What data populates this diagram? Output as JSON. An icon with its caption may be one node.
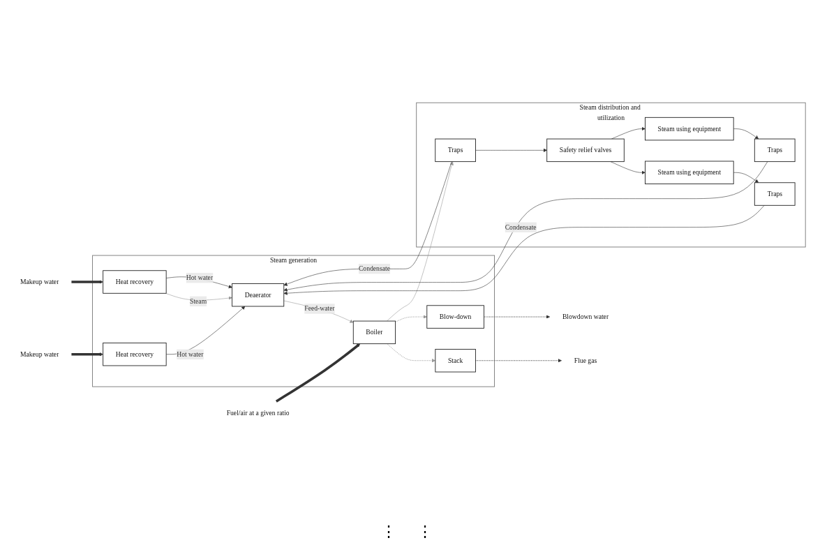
{
  "diagram": {
    "nodes": [
      {
        "text": [
          "Makeup water"
        ]
      },
      {
        "text": [
          "Fuel/air at a given ratio"
        ]
      },
      {
        "text": [
          "Makeup water"
        ]
      },
      {
        "text": [
          "Flue gas"
        ]
      },
      {
        "text": [
          "Blowdown water"
        ]
      },
      {
        "text": [
          "Steam generation"
        ]
      },
      {
        "text": [
          "Heat recovery"
        ],
        "in": 5
      },
      {
        "text": [
          "Stack"
        ],
        "in": 5
      },
      {
        "text": [
          "Deaerator"
        ],
        "in": 5
      },
      {
        "text": [
          "Boiler"
        ],
        "in": 5
      },
      {
        "text": [
          "Heat recovery"
        ],
        "in": 5
      },
      {
        "text": [
          "Blow-down"
        ],
        "in": 5
      },
      {
        "text": [
          "Steam distribution and utilization"
        ]
      },
      {
        "text": [
          "Traps"
        ],
        "in": 12
      },
      {
        "text": [
          "Safety relief valves"
        ],
        "in": 12
      },
      {
        "text": [
          "Steam using equipment"
        ],
        "in": 12
      },
      {
        "text": [
          "Steam using equipment"
        ],
        "in": 12
      },
      {
        "text": [
          "Traps"
        ],
        "in": 12
      },
      {
        "text": [
          "Traps"
        ],
        "in": 12
      }
    ],
    "edges": [
      {
        "from": 0,
        "to": 6,
        "arrow": "to",
        "style": "thick"
      },
      {
        "from": 6,
        "to": 8,
        "arrow": "to",
        "label": "Hot water"
      },
      {
        "from": 8,
        "to": 9,
        "arrow": "to",
        "label": "Feed-water",
        "color": "#999999"
      },
      {
        "from": 1,
        "to": 9,
        "arrow": "to",
        "style": "thick"
      },
      {
        "from": 10,
        "to": 8,
        "arrow": "to",
        "label": "Steam",
        "color": "#999999"
      },
      {
        "from": 2,
        "to": 10,
        "arrow": "to",
        "style": "thick"
      },
      {
        "from": 9,
        "to": 7,
        "arrow": "to",
        "style": "dashed",
        "color": "#999999"
      },
      {
        "from": 9,
        "to": 11,
        "arrow": "to",
        "style": "dashed",
        "color": "#999999"
      },
      {
        "from": 7,
        "to": 3,
        "arrow": "to",
        "style": "dashed"
      },
      {
        "from": 11,
        "to": 4,
        "arrow": "to",
        "style": "dashed"
      },
      {
        "from": 10,
        "to": 8,
        "arrow": "to",
        "label": "Hot water"
      },
      {
        "from": 9,
        "to": 13,
        "arrow": "to",
        "color": "#999999"
      },
      {
        "from": 13,
        "to": 14,
        "arrow": "to"
      },
      {
        "from": 14,
        "to": 15,
        "arrow": "to"
      },
      {
        "from": 14,
        "to": 16,
        "arrow": "to"
      },
      {
        "from": 15,
        "to": 17,
        "arrow": "to"
      },
      {
        "from": 16,
        "to": 18,
        "arrow": "to"
      },
      {
        "from": 13,
        "to": 8,
        "arrow": "to",
        "label": "Condensate"
      },
      {
        "from": 17,
        "to": 8,
        "arrow": "to",
        "label": "Condensate"
      },
      {
        "from": 18,
        "to": 8,
        "arrow": "to"
      }
    ],
    "labels": [
      "⋮",
      "⋮"
    ]
  }
}
